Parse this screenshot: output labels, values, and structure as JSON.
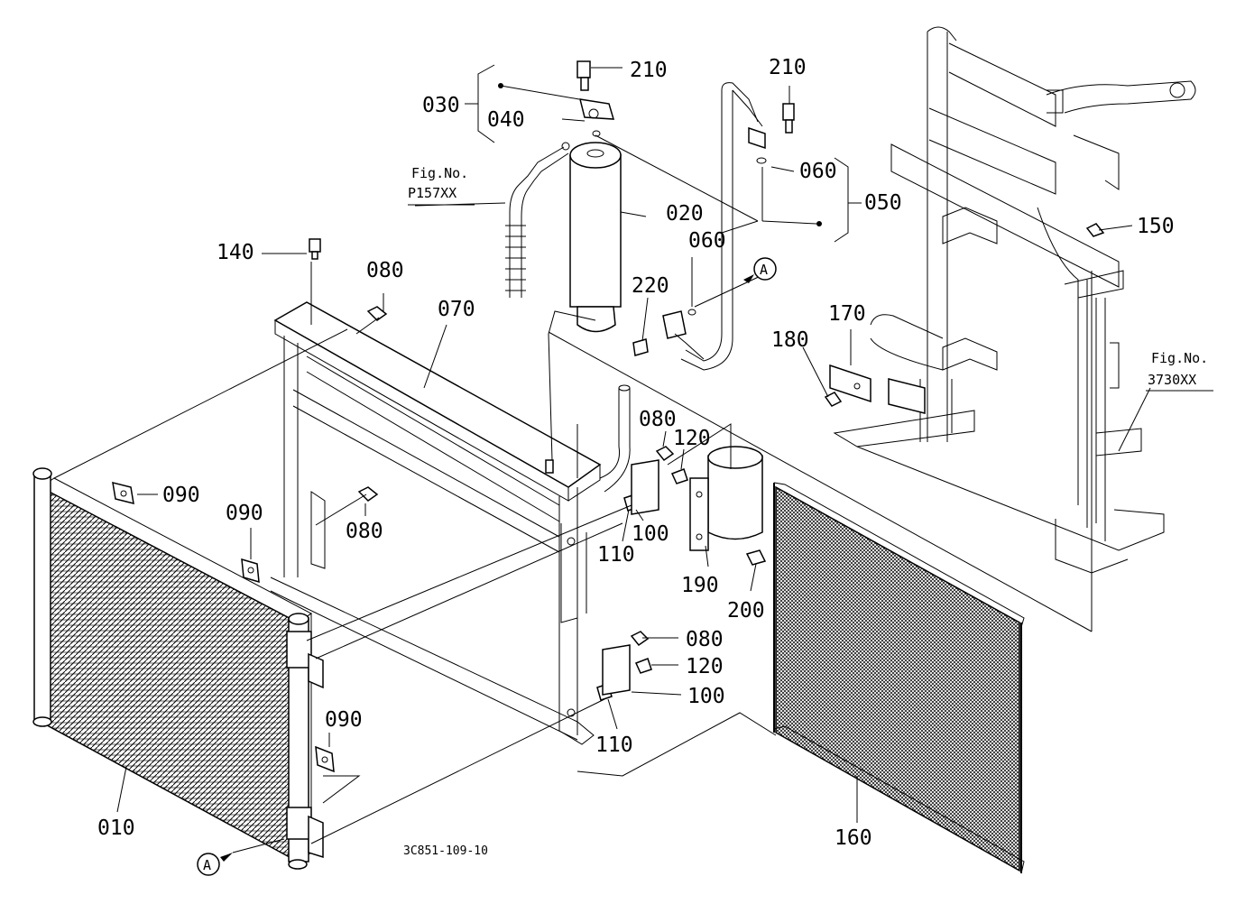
{
  "diagram": {
    "drawing_code": "3C851-109-10",
    "callouts": {
      "c010": "010",
      "c020": "020",
      "c030": "030",
      "c040": "040",
      "c050": "050",
      "c060a": "060",
      "c060b": "060",
      "c070": "070",
      "c080a": "080",
      "c080b": "080",
      "c080c": "080",
      "c080d": "080",
      "c090a": "090",
      "c090b": "090",
      "c090c": "090",
      "c100a": "100",
      "c100b": "100",
      "c110a": "110",
      "c110b": "110",
      "c120a": "120",
      "c120b": "120",
      "c140": "140",
      "c150": "150",
      "c160": "160",
      "c170": "170",
      "c180": "180",
      "c190": "190",
      "c200": "200",
      "c210a": "210",
      "c210b": "210",
      "c220": "220"
    },
    "refs": {
      "fig1_title": "Fig.No.",
      "fig1_num": "P157XX",
      "fig2_title": "Fig.No.",
      "fig2_num": "3730XX"
    },
    "markers": {
      "a_top": "A",
      "a_bottom": "A"
    }
  }
}
